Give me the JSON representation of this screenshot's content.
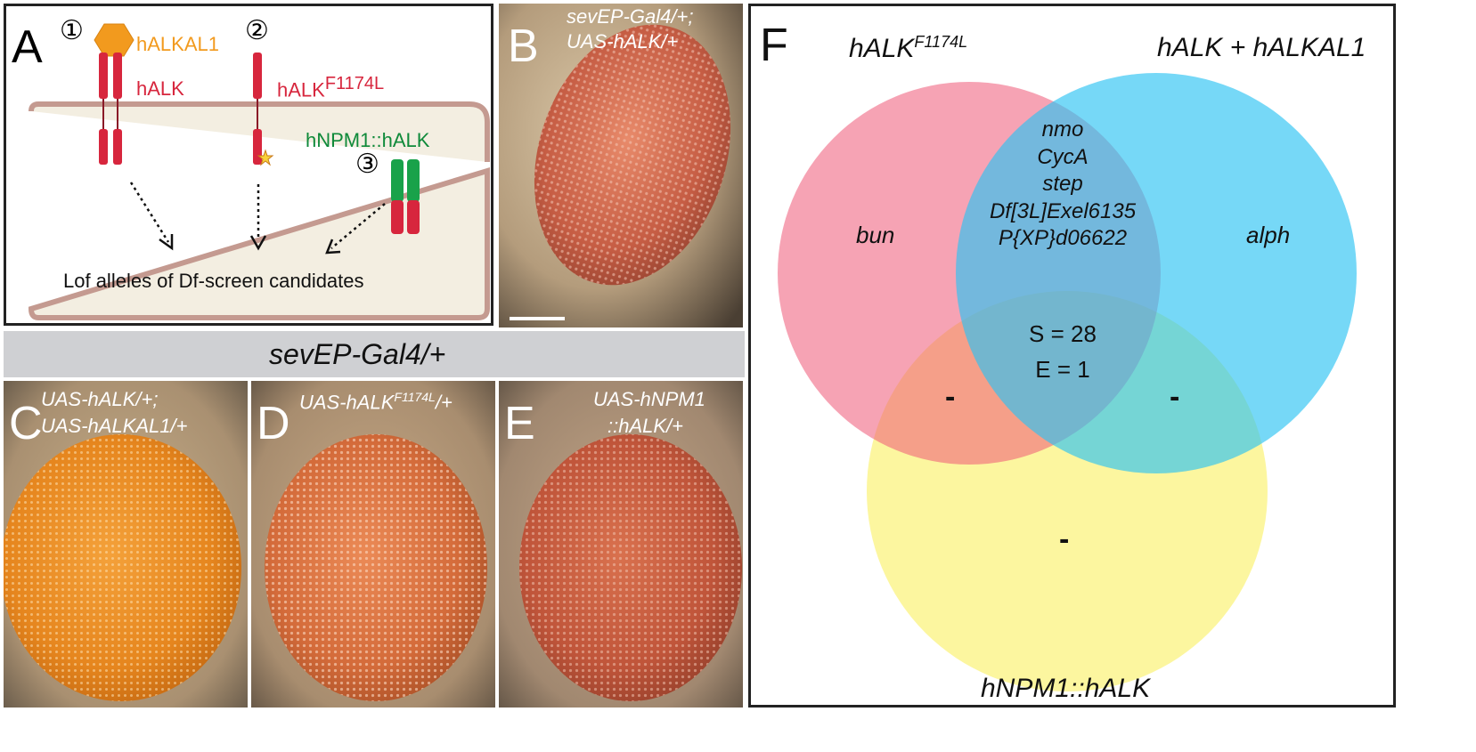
{
  "panel_a": {
    "letter": "A",
    "num1": "①",
    "num2": "②",
    "num3": "③",
    "ligand": "hALKAL1",
    "receptor": "hALK",
    "mutant_base": "hALK",
    "mutant_sup": "F1174L",
    "fusion": "hNPM1::hALK",
    "caption": "Lof alleles of Df-screen candidates",
    "colors": {
      "ligand": "#f29a1e",
      "receptor": "#d7263d",
      "fusion": "#0f8a3a",
      "cell_fill": "#f3eee1",
      "cell_border": "#c49a90"
    }
  },
  "panel_b": {
    "letter": "B",
    "line1": "sevEP-Gal4/+;",
    "line2": "UAS-hALK/+"
  },
  "header_bar": {
    "text": "sevEP-Gal4/+"
  },
  "panel_c": {
    "letter": "C",
    "line1": "UAS-hALK/+;",
    "line2": "UAS-hALKAL1/+"
  },
  "panel_d": {
    "letter": "D",
    "base": "UAS-hALK",
    "sup": "F1174L",
    "tail": "/+"
  },
  "panel_e": {
    "letter": "E",
    "line1": "UAS-hNPM1",
    "line2": "::hALK/+"
  },
  "panel_f": {
    "letter": "F",
    "set_red_base": "hALK",
    "set_red_sup": "F1174L",
    "set_blue": "hALK + hALKAL1",
    "set_yellow": "hNPM1::hALK",
    "red_only": "bun",
    "blue_only": "alph",
    "red_blue": [
      "nmo",
      "CycA",
      "step",
      "Df[3L]Exel6135",
      "P{XP}d06622"
    ],
    "center": [
      "S = 28",
      "E = 1"
    ],
    "red_yellow": "-",
    "blue_yellow": "-",
    "yellow_only": "-",
    "colors": {
      "red": "#ee5877",
      "blue": "#2cc3f2",
      "yellow": "#fbf27a"
    }
  }
}
